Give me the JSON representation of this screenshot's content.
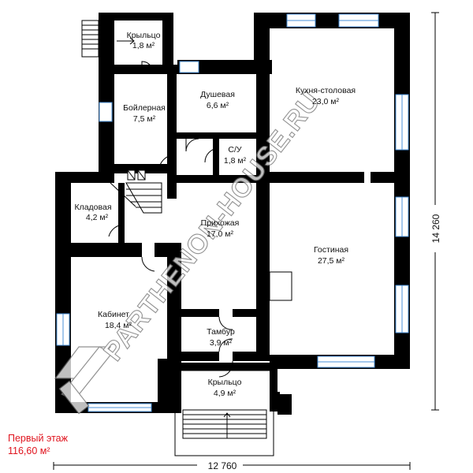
{
  "rooms": [
    {
      "name": "Крыльцо",
      "area": "1,8 м²"
    },
    {
      "name": "Бойлерная",
      "area": "7,5 м²"
    },
    {
      "name": "Душевая",
      "area": "6,6 м²"
    },
    {
      "name": "Кухня-столовая",
      "area": "23,0 м²"
    },
    {
      "name": "С/У",
      "area": "1,8 м²"
    },
    {
      "name": "Кладовая",
      "area": "4,2 м²"
    },
    {
      "name": "Прихожая",
      "area": "17,0 м²"
    },
    {
      "name": "Гостиная",
      "area": "27,5 м²"
    },
    {
      "name": "Кабинет",
      "area": "18,4 м²"
    },
    {
      "name": "Тамбур",
      "area": "3,9 м²"
    },
    {
      "name": "Крыльцо",
      "area": "4,9 м²"
    }
  ],
  "dimensions": {
    "width": "12 760",
    "height": "14 260"
  },
  "floor": {
    "title": "Первый этаж",
    "total_area": "116,60 м²"
  },
  "watermark": "PARTHENON-HOUSE.RU",
  "colors": {
    "wall": "#000000",
    "window": "#4a90d9",
    "caption": "#e0141e",
    "watermark_outline": "#6e6e6e"
  }
}
